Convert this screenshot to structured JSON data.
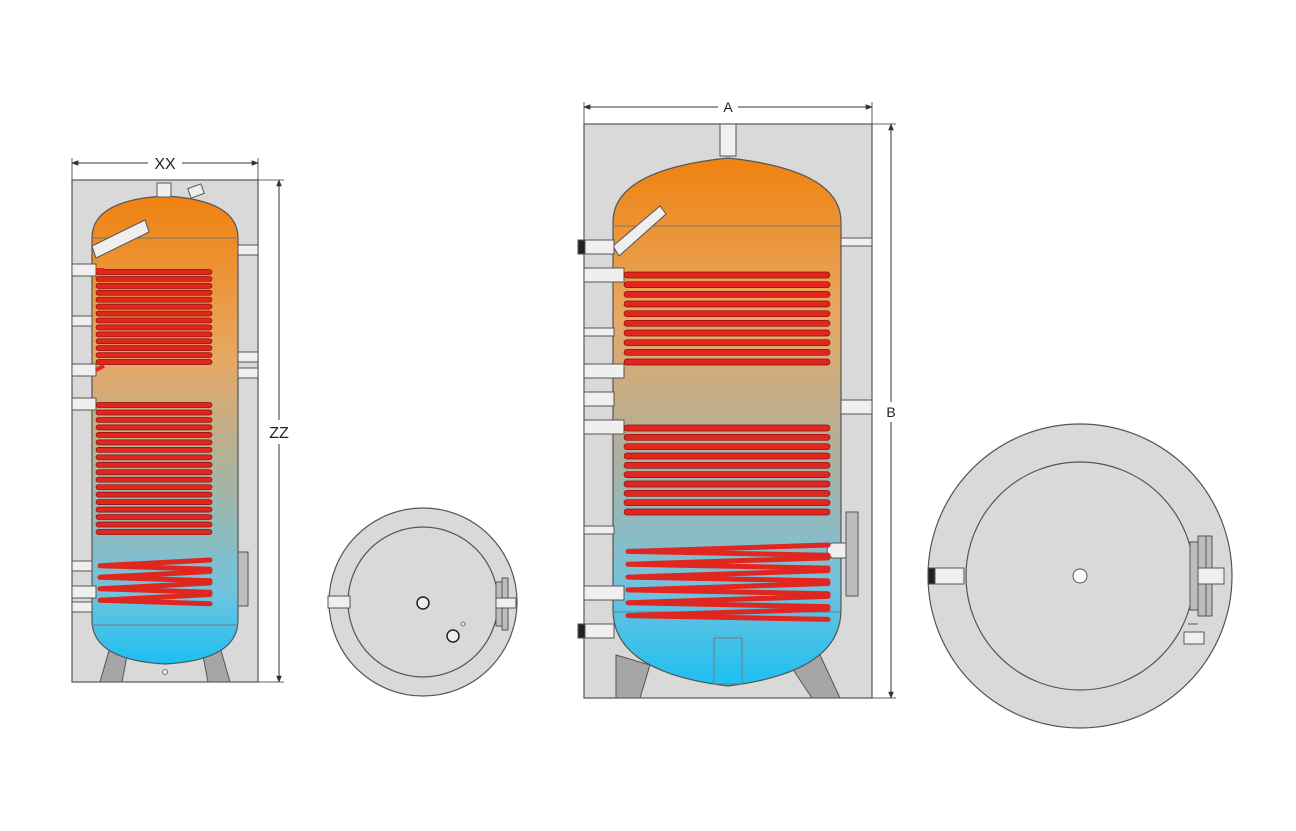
{
  "labels": {
    "small_width": "XX",
    "small_height": "ZZ",
    "large_width": "A",
    "large_height": "B"
  },
  "colors": {
    "insulation": "#d9d9d9",
    "outline": "#555555",
    "tank_hot": "#f0820f",
    "tank_cold": "#1cc0f2",
    "coil": "#e0261f",
    "coil_dark": "#8a0f0f",
    "pipe": "#efefef",
    "leg": "#a6a6a6",
    "connector_black": "#222222",
    "dimension_line": "#333333"
  }
}
